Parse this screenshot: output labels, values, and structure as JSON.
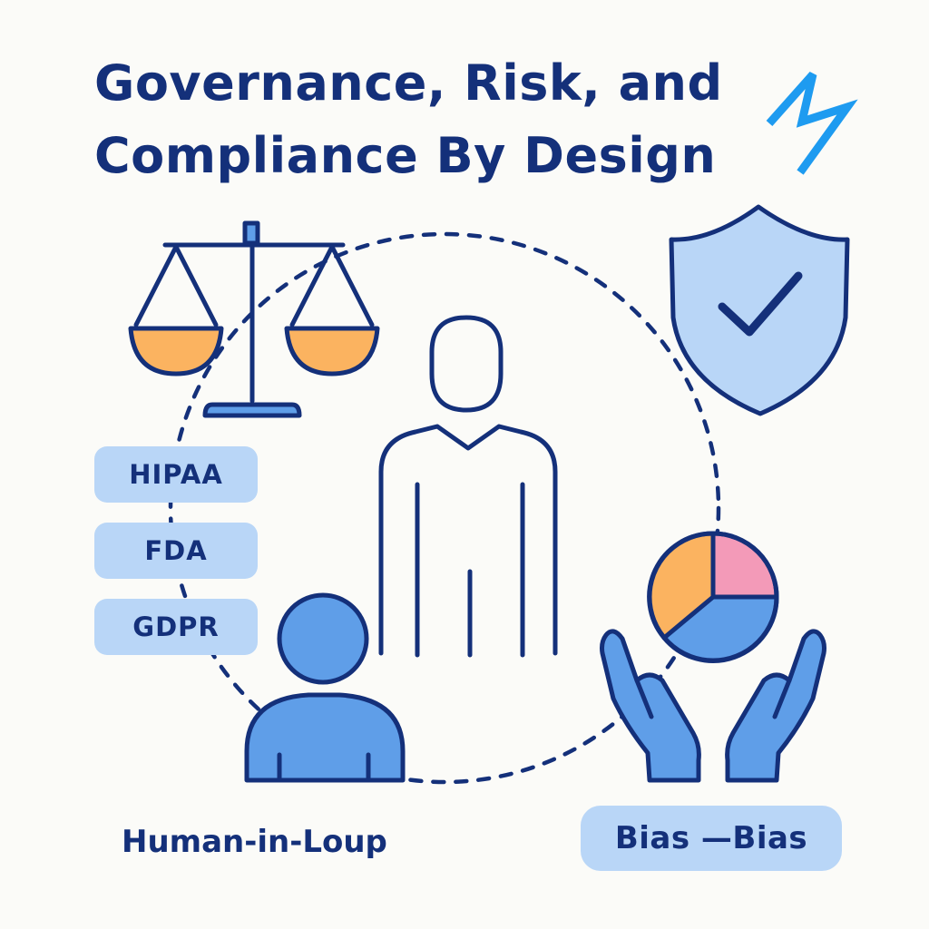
{
  "title": {
    "line1": "Governance, Risk, and",
    "line2": "Compliance By Design"
  },
  "regulations": [
    "HIPAA",
    "FDA",
    "GDPR"
  ],
  "caption_human": "Human-in-Loup",
  "caption_bias": "Bias —Bias",
  "icons": {
    "logo": "lightning-bolt-icon",
    "scales": "scales-of-justice-icon",
    "shield": "shield-check-icon",
    "person": "person-outline-icon",
    "human": "human-reviewer-icon",
    "pie": "pie-chart-icon",
    "hands": "hands-holding-icon"
  },
  "pie_chart": {
    "slices": [
      {
        "name": "pink",
        "fraction": 0.25,
        "color": "#f39ab8"
      },
      {
        "name": "blue",
        "fraction": 0.4,
        "color": "#5f9ee8"
      },
      {
        "name": "orange",
        "fraction": 0.35,
        "color": "#fbb360"
      }
    ]
  },
  "colors": {
    "navy": "#14307a",
    "light_blue": "#b9d6f7",
    "mid_blue": "#5f9ee8",
    "orange": "#fbb360",
    "pink": "#f39ab8",
    "accent": "#1e9bf0"
  }
}
